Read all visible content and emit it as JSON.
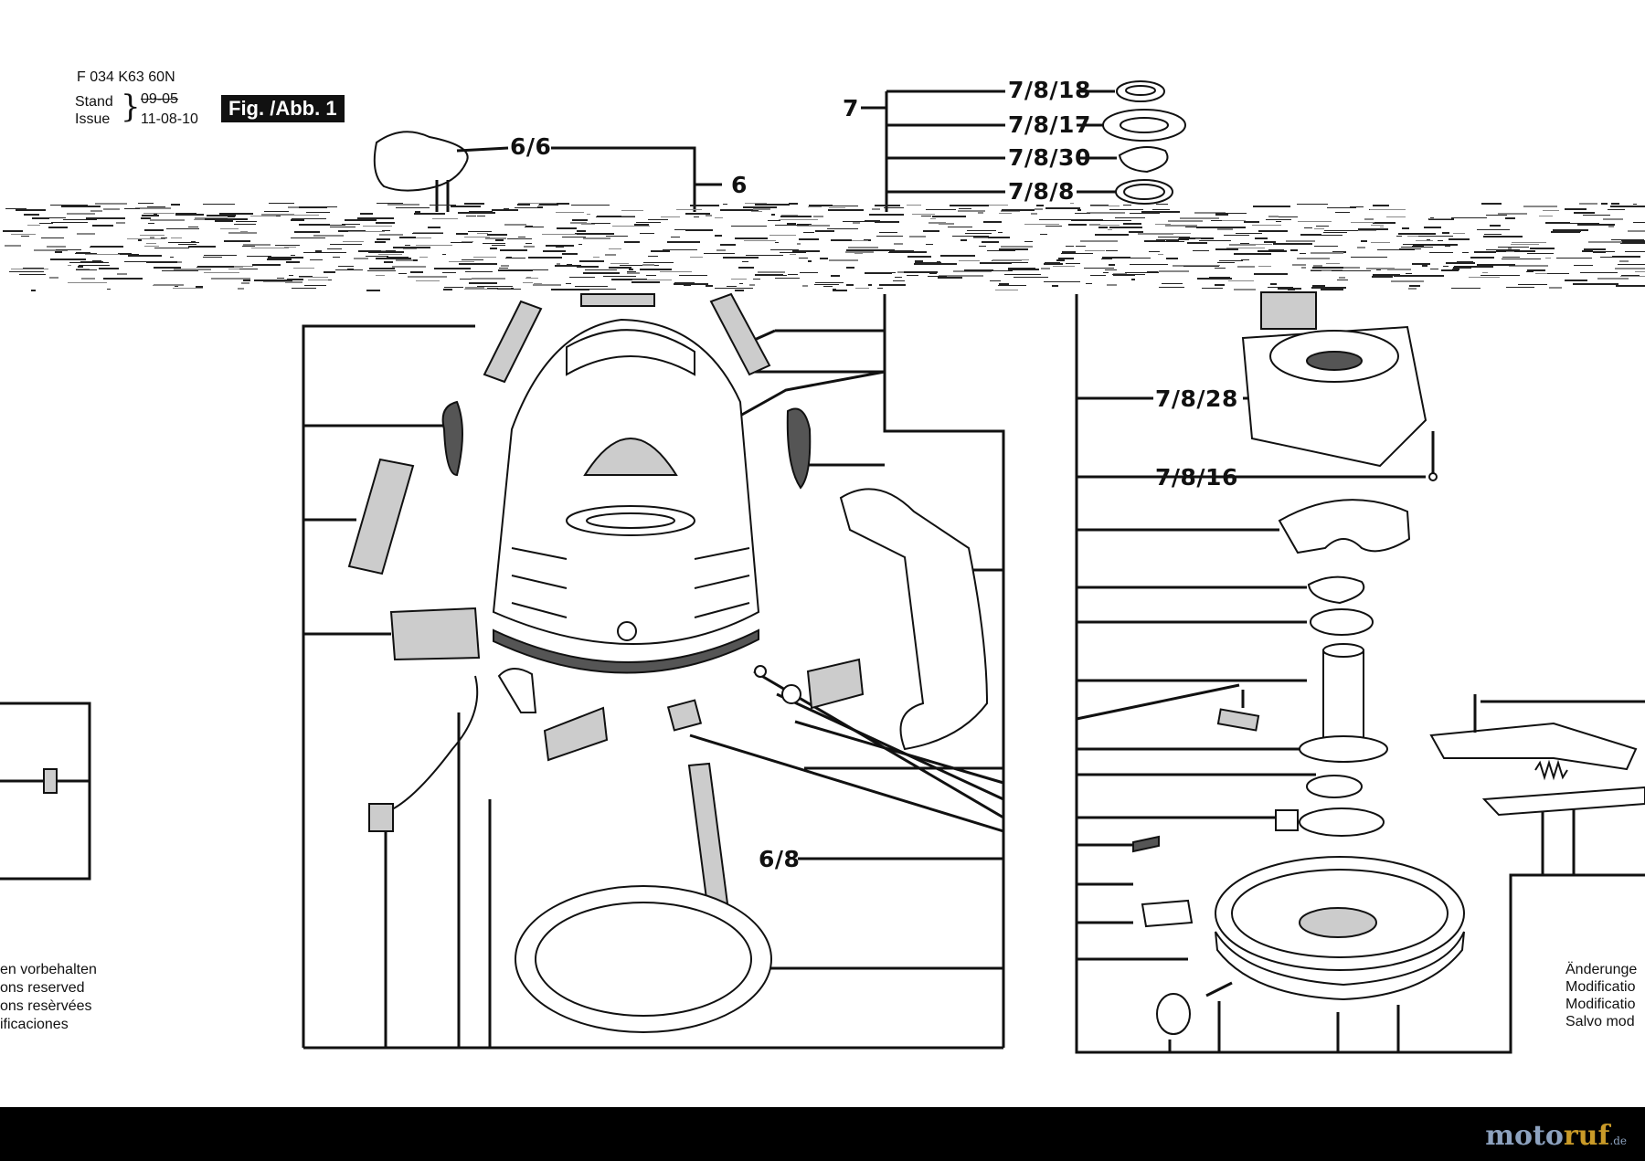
{
  "header": {
    "part_number": "F 034 K63 60N",
    "stand_label": "Stand",
    "issue_label": "Issue",
    "stand_value": "09-05",
    "issue_value": "11-08-10",
    "figure_label": "Fig. /Abb. 1"
  },
  "callouts": {
    "c6_6": "6/6",
    "c6": "6",
    "c7": "7",
    "c7_8_18": "7/8/18",
    "c7_8_17": "7/8/17",
    "c7_8_30": "7/8/30",
    "c7_8_8": "7/8/8",
    "c7_8_28": "7/8/28",
    "c7_8_16": "7/8/16",
    "c6_8": "6/8"
  },
  "notes": {
    "left": [
      "en vorbehalten",
      "ons reserved",
      "ons resèrvées",
      "ificaciones"
    ],
    "right": [
      "Änderunge",
      "Modificatio",
      "Modificatio",
      "Salvo mod"
    ]
  },
  "watermark": {
    "part1": "moto",
    "part2": "ruf",
    "domain": ".de"
  }
}
